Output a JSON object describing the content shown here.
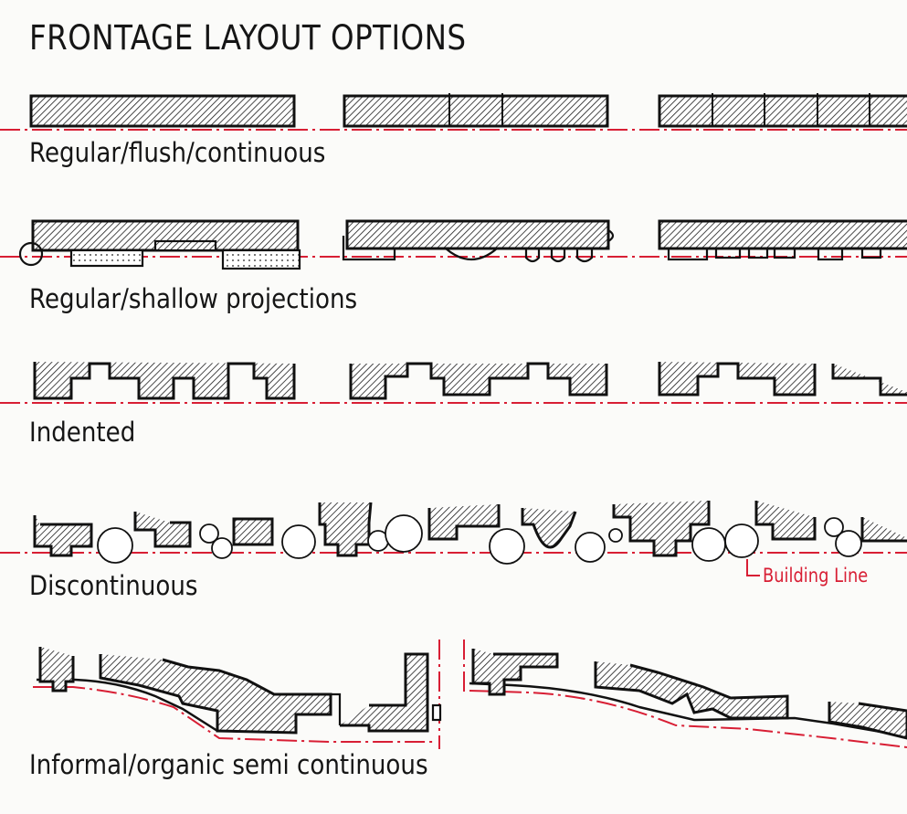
{
  "title": "FRONTAGE LAYOUT OPTIONS",
  "rows": [
    {
      "label": "Regular/flush/continuous"
    },
    {
      "label": "Regular/shallow projections"
    },
    {
      "label": "Indented"
    },
    {
      "label": "Discontinuous"
    },
    {
      "label": "Informal/organic semi continuous"
    }
  ],
  "annotation": {
    "label": "Building Line"
  },
  "colors": {
    "ink": "#151515",
    "building_line": "#d81e34",
    "paper": "#fbfbf9"
  }
}
